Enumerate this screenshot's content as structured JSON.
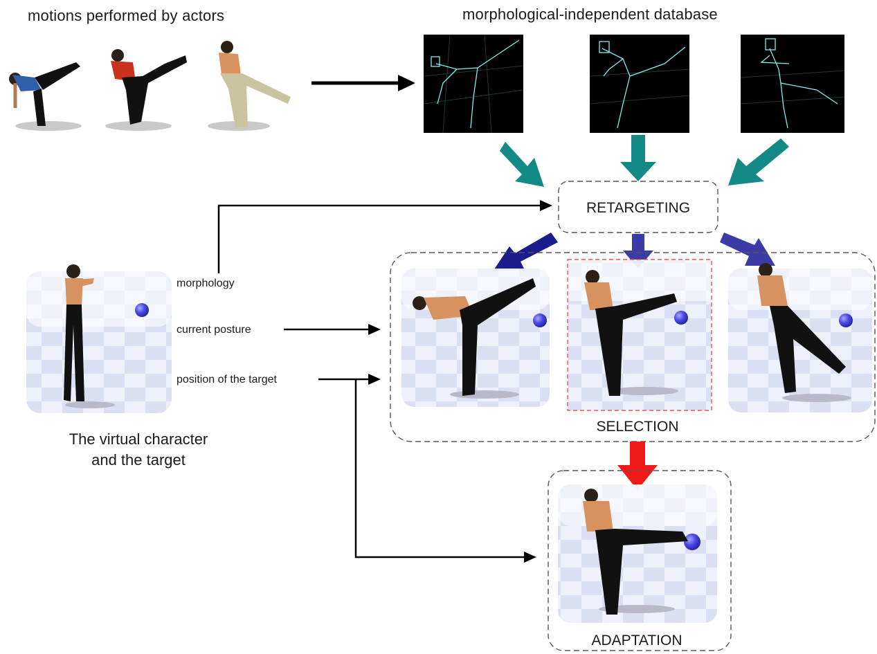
{
  "actors_title": "motions performed by actors",
  "database_title": "morphological-independent database",
  "retargeting_label": "RETARGETING",
  "selection_label": "SELECTION",
  "adaptation_label": "ADAPTATION",
  "inputs": {
    "morphology": "morphology",
    "current_posture": "current posture",
    "target_position": "position of the target"
  },
  "character_caption": {
    "line1": "The virtual character",
    "line2": "and the target"
  },
  "colors": {
    "database_arrow": "#148a86",
    "retarget_arrow_dark": "#1c1c8c",
    "retarget_arrow_light": "#3b3ba6",
    "selection_arrow": "#f01818",
    "selected_highlight": "#ef5350",
    "target_sphere": "#4a4ae6",
    "skeleton": "#7ff0ee"
  }
}
